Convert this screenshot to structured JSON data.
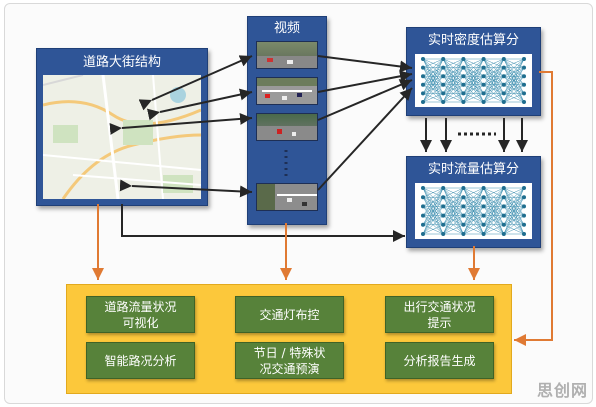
{
  "panels": {
    "road": "道路大街结构",
    "video": "视频",
    "density": "实时密度估算分",
    "flow": "实时流量估算分"
  },
  "outputs": [
    "道路流量状况\n可视化",
    "交通灯布控",
    "出行交通状况\n提示",
    "智能路况分析",
    "节日 / 特殊状\n况交通预演",
    "分析报告生成"
  ],
  "watermark": "思创网",
  "colors": {
    "panel_blue": "#2f5597",
    "arrow_dark": "#262626",
    "arrow_orange": "#e07a33",
    "output_bg": "#fcc83b",
    "output_item": "#57823a"
  }
}
